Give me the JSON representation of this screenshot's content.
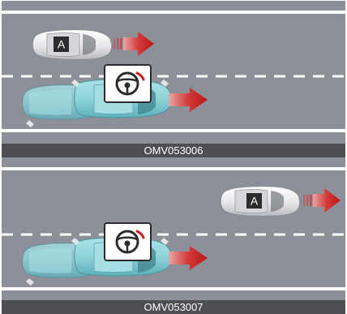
{
  "figures": [
    {
      "caption": "OMV053006",
      "vehicle_label": "A",
      "icon": "steering-wheel-icon",
      "scene": "car-a-beside-ego-vehicle"
    },
    {
      "caption": "OMV053007",
      "vehicle_label": "A",
      "icon": "steering-wheel-icon",
      "scene": "car-a-ahead-of-ego-vehicle"
    }
  ],
  "colors": {
    "road": "#8d8f99",
    "lane_marking": "#ffffff",
    "ego_vehicle": "#8fd3da",
    "other_vehicle": "#e9eaec",
    "arrow": "#c8201e",
    "caption_bg": "#4d4f52"
  }
}
